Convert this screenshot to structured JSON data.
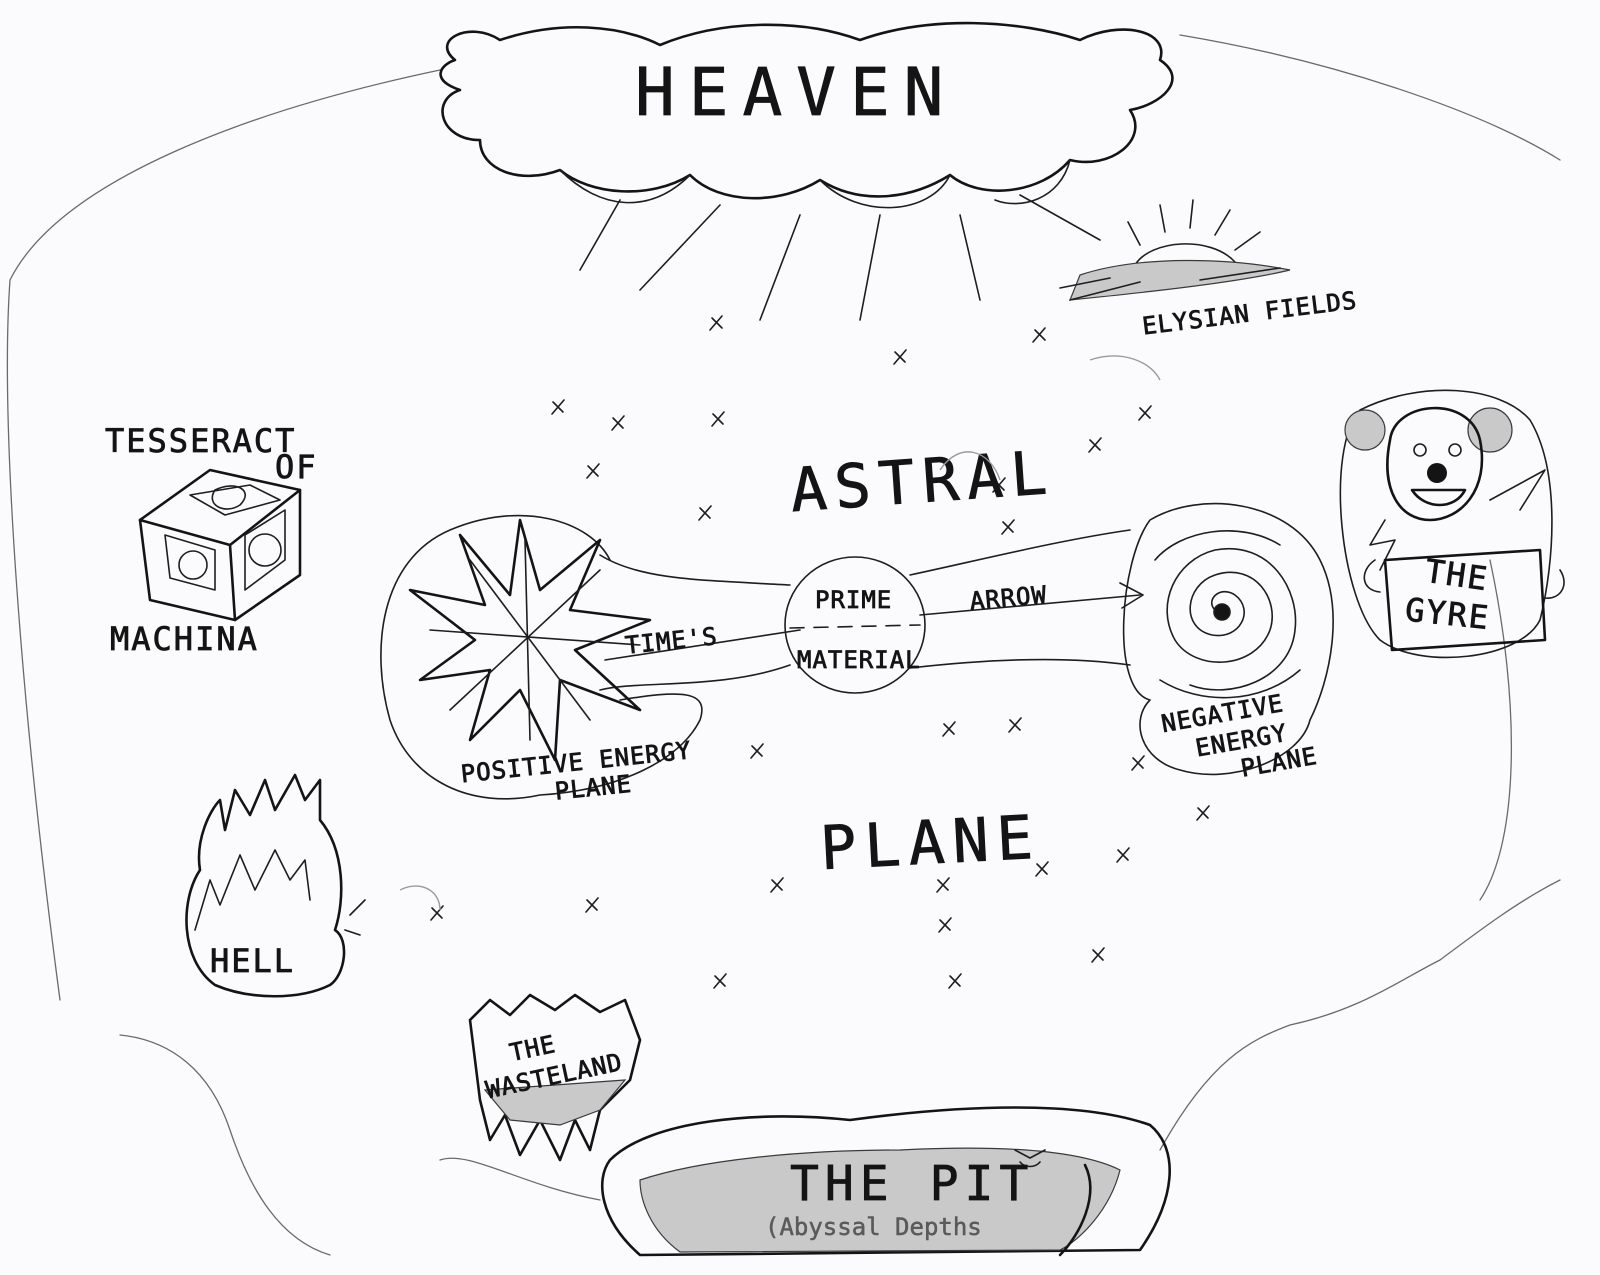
{
  "regions": {
    "heaven": "HEAVEN",
    "elysian_fields": "ELYSIAN FIELDS",
    "astral": "ASTRAL",
    "plane": "PLANE",
    "tesseract_top": "TESSERACT",
    "tesseract_of": "OF",
    "tesseract_bottom": "MACHINA",
    "positive_line1": "POSITIVE ENERGY",
    "positive_line2": "PLANE",
    "prime_line1": "PRIME",
    "prime_line2": "MATERIAL",
    "arrow_left": "TIME'S",
    "arrow_right": "ARROW",
    "negative_line1": "NEGATIVE",
    "negative_line2": "ENERGY",
    "negative_line3": "PLANE",
    "gyre_line1": "THE",
    "gyre_line2": "GYRE",
    "hell": "HELL",
    "wasteland_line1": "THE",
    "wasteland_line2": "WASTELAND",
    "pit": "THE PIT",
    "pit_sub": "(Abyssal Depths"
  },
  "icons": [
    "cloud-icon",
    "sun-icon",
    "star-icon",
    "cube-icon",
    "starburst-icon",
    "spiral-galaxy-icon",
    "clown-icon",
    "flame-icon",
    "ice-crag-icon",
    "pit-icon"
  ],
  "colors": {
    "ink": "#141414",
    "paper": "#fbfbfd",
    "pencil_shade": "#c9c9c9"
  }
}
